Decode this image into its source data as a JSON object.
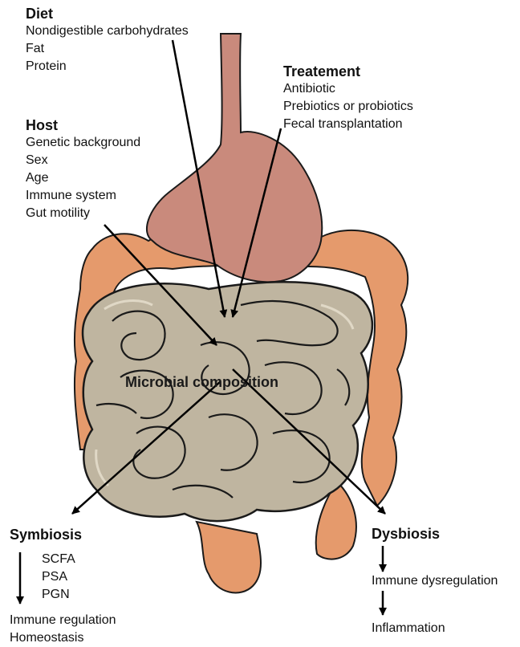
{
  "diet": {
    "title": "Diet",
    "items": [
      "Nondigestible carbohydrates",
      "Fat",
      "Protein"
    ]
  },
  "treatment": {
    "title": "Treatement",
    "items": [
      "Antibiotic",
      "Prebiotics or probiotics",
      "Fecal transplantation"
    ]
  },
  "host": {
    "title": "Host",
    "items": [
      "Genetic background",
      "Sex",
      "Age",
      "Immune system",
      "Gut motility"
    ]
  },
  "center": {
    "label": "Microbial composition"
  },
  "symbiosis": {
    "title": "Symbiosis",
    "products": [
      "SCFA",
      "PSA",
      "PGN"
    ],
    "outcomes": [
      "Immune regulation",
      "Homeostasis"
    ]
  },
  "dysbiosis": {
    "title": "Dysbiosis",
    "steps": [
      "Immune dysregulation",
      "Inflammation"
    ]
  },
  "colors": {
    "stomach": "#c98a7c",
    "colon": "#e59a6c",
    "small_intestine": "#bfb5a0",
    "outline": "#1a1a1a"
  }
}
